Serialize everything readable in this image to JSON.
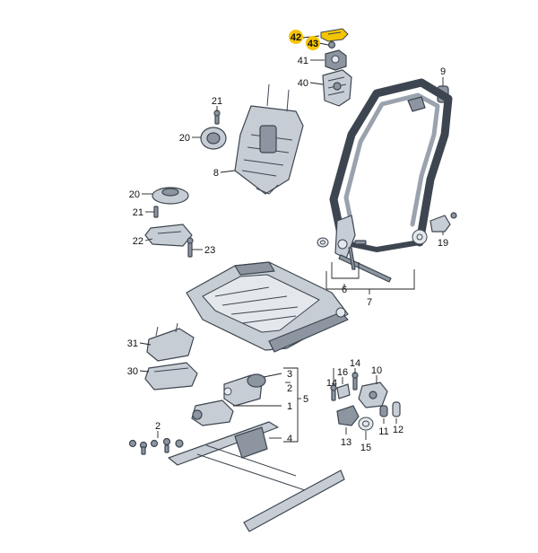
{
  "callouts": {
    "c42": "42",
    "c43": "43",
    "c41": "41",
    "c40": "40",
    "c9": "9",
    "c21a": "21",
    "c20a": "20",
    "c8": "8",
    "c20b": "20",
    "c21b": "21",
    "c22": "22",
    "c23": "23",
    "c19": "19",
    "c6": "6",
    "c7": "7",
    "c31": "31",
    "c30": "30",
    "c3": "3",
    "c2a": "2",
    "c1": "1",
    "c5": "5",
    "c4": "4",
    "c2b": "2",
    "c14a": "14",
    "c16": "16",
    "c14b": "14",
    "c10": "10",
    "c13": "13",
    "c15": "15",
    "c11": "11",
    "c12": "12"
  },
  "highlight": {
    "color": "#f5c400",
    "parts": [
      "42",
      "43"
    ]
  },
  "colors": {
    "line": "#3d4650",
    "metal": "#c7cdd4",
    "metal_dark": "#8d96a0"
  }
}
